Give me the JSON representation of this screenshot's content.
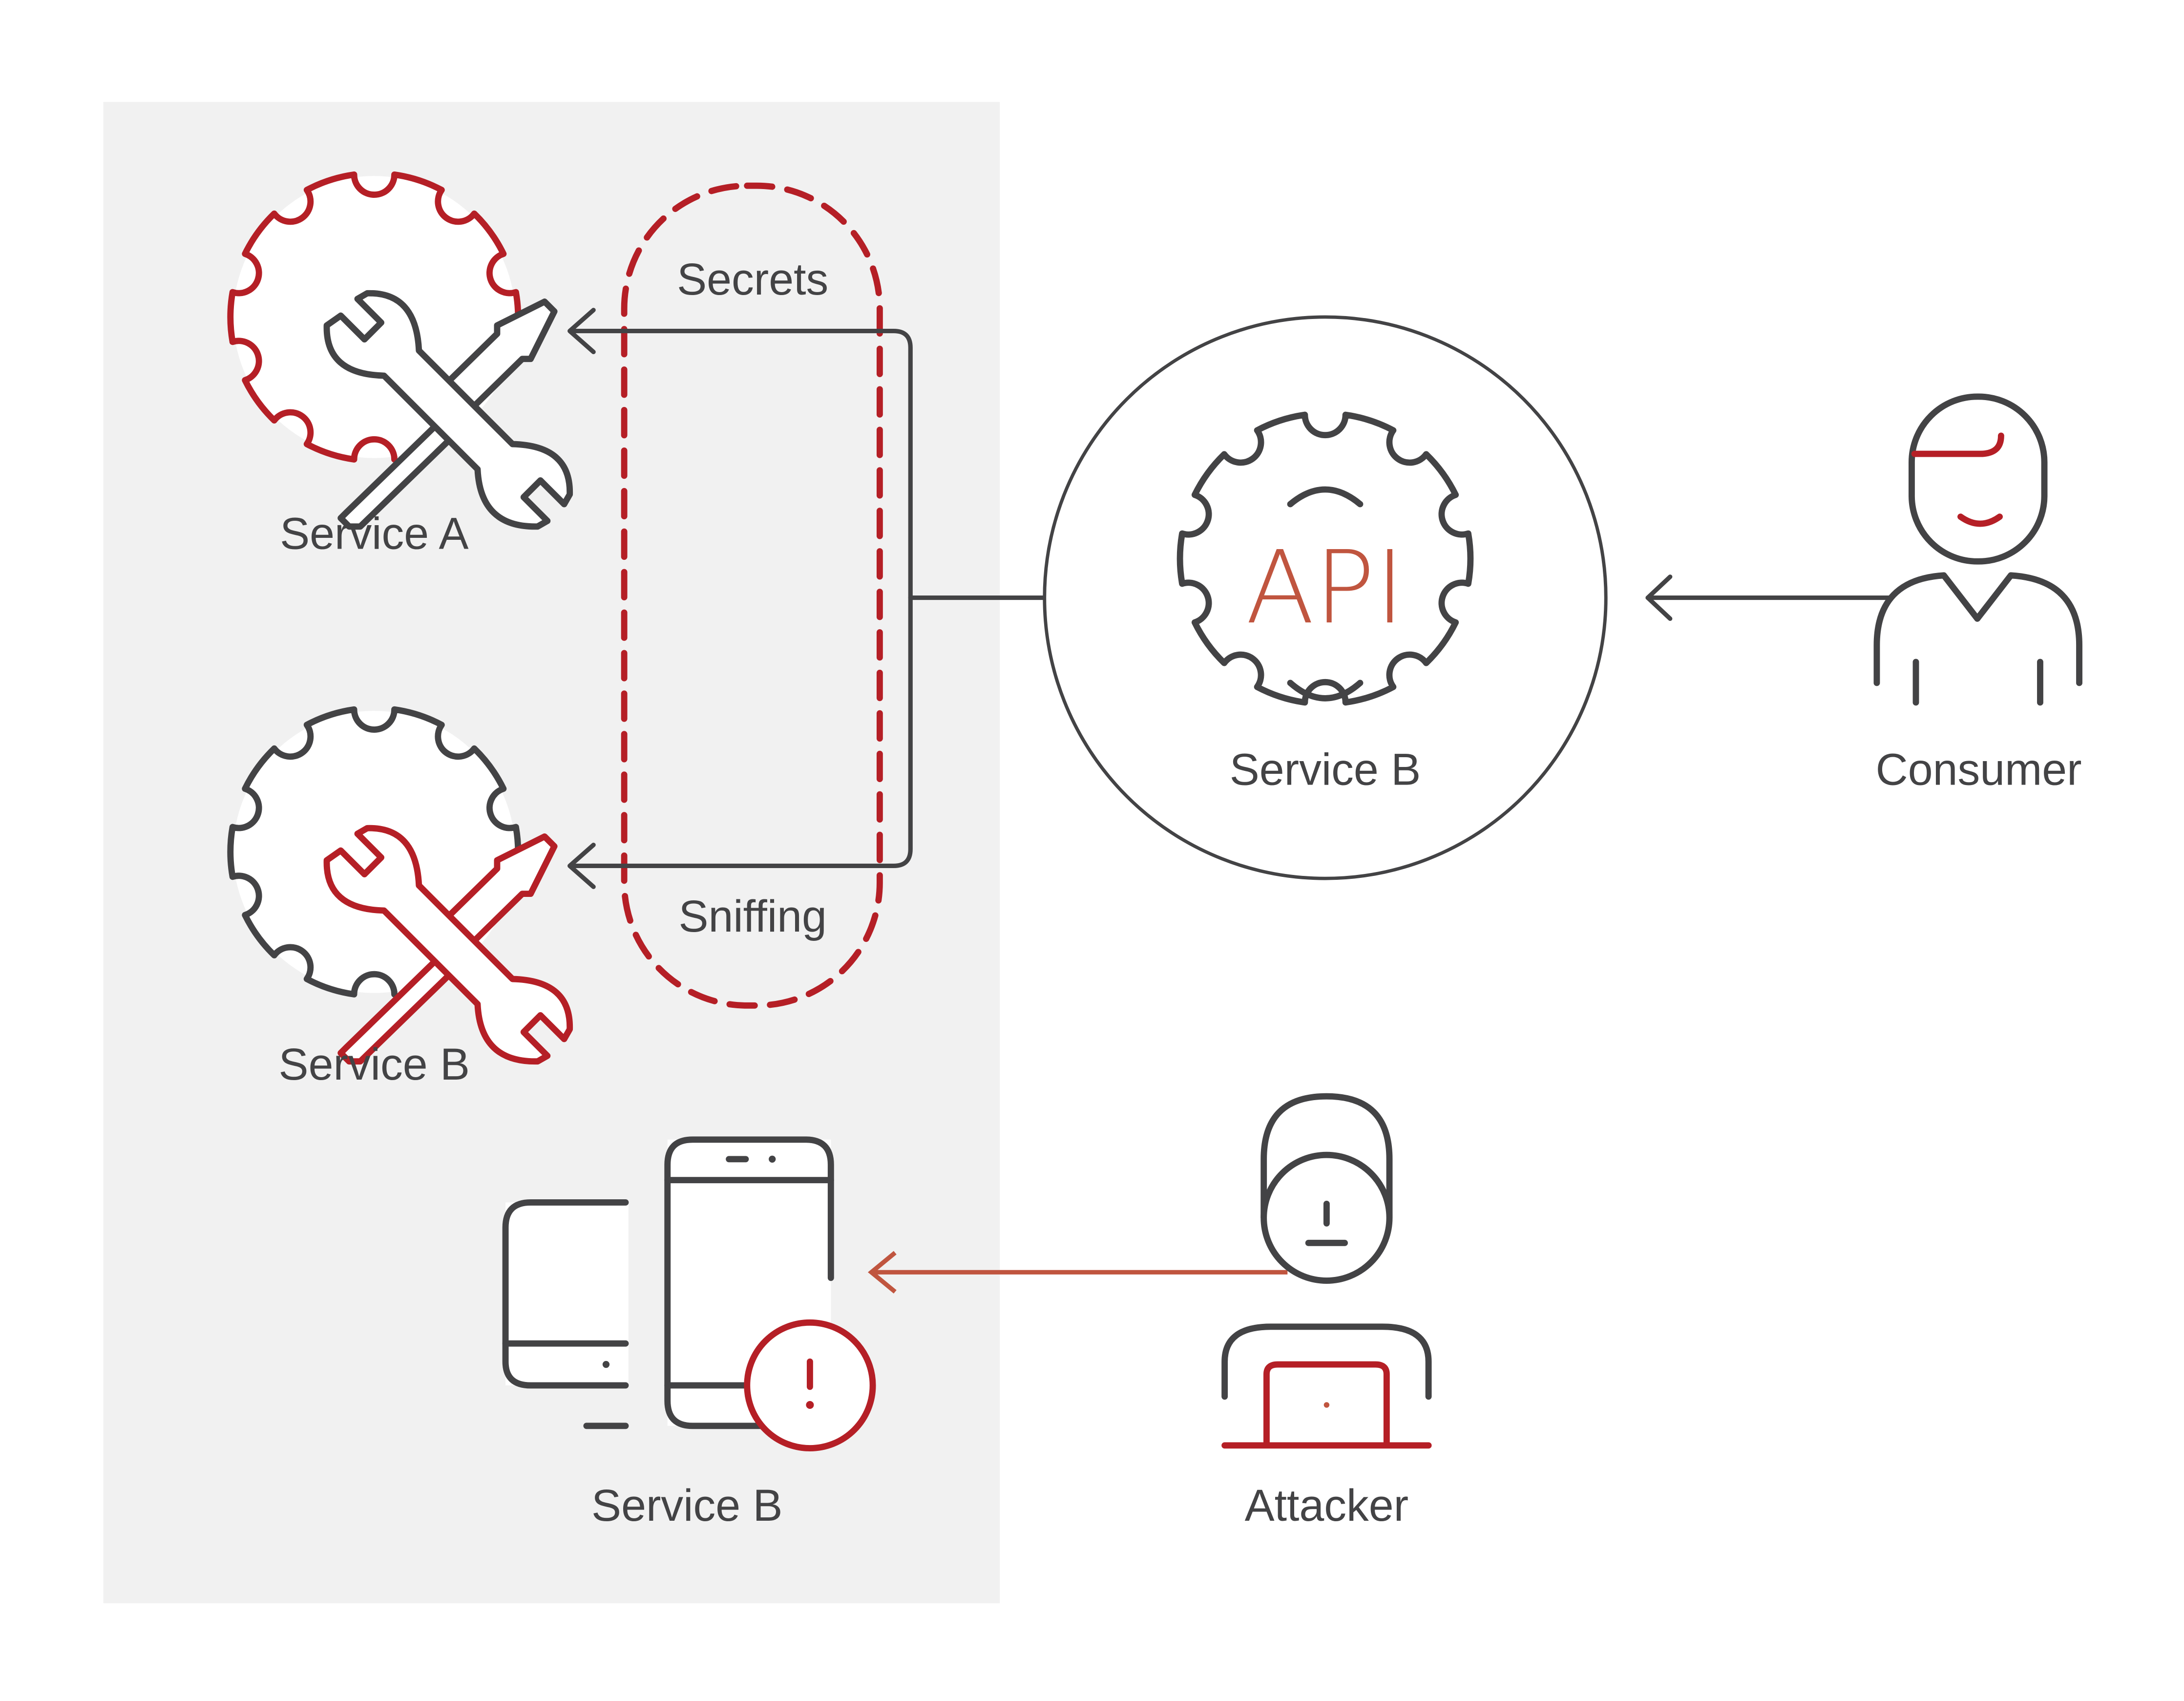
{
  "colors": {
    "ink": "#434345",
    "red": "#b51f26",
    "accent": "#c0553f",
    "panel": "#f1f1f1",
    "background": "#ffffff"
  },
  "panel": {
    "services": [
      {
        "id": "service-a",
        "label": "Service A",
        "gear_color": "red",
        "tools_color": "ink",
        "icon": "gear-tools-icon"
      },
      {
        "id": "service-b-tools",
        "label": "Service B",
        "gear_color": "ink",
        "tools_color": "red",
        "icon": "gear-tools-icon"
      },
      {
        "id": "service-b-devices",
        "label": "Service B",
        "icon": "devices-alert-icon"
      }
    ],
    "threat_zone": {
      "top_label": "Secrets",
      "bottom_label": "Sniffing"
    }
  },
  "api_service": {
    "label": "Service B",
    "icon_text": "API",
    "icon": "api-gear-icon"
  },
  "actors": {
    "consumer": {
      "label": "Consumer",
      "icon": "person-icon"
    },
    "attacker": {
      "label": "Attacker",
      "icon": "hooded-attacker-laptop-icon"
    }
  },
  "connections": [
    {
      "from": "consumer",
      "to": "api_service",
      "style": "solid",
      "color": "ink"
    },
    {
      "from": "api_service",
      "to": "service-a",
      "style": "solid",
      "color": "ink",
      "label": "Secrets"
    },
    {
      "from": "api_service",
      "to": "service-b-tools",
      "style": "solid",
      "color": "ink",
      "label": "Sniffing"
    },
    {
      "from": "attacker",
      "to": "service-b-devices",
      "style": "solid",
      "color": "accent"
    }
  ]
}
